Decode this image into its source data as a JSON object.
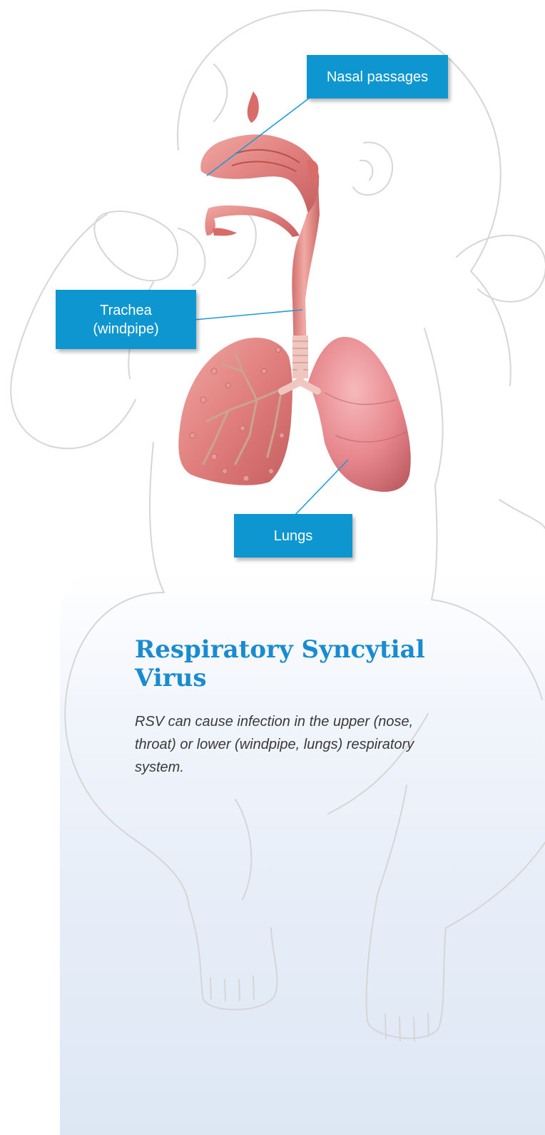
{
  "labels": {
    "nasal_passages": "Nasal passages",
    "trachea_line1": "Trachea",
    "trachea_line2": "(windpipe)",
    "lungs": "Lungs"
  },
  "heading": {
    "title": "Respiratory Syncytial Virus",
    "description": "RSV can cause infection in the upper (nose, throat) or lower (windpipe, lungs) respiratory system."
  },
  "colors": {
    "callout_background": "#0e96d0",
    "title": "#1a8bd0",
    "leader_line": "#1e9bd7",
    "tissue": "#e07f7d",
    "lung": "#e8868a",
    "outline": "#d4d4d4"
  },
  "icons": [
    "baby-outline-icon",
    "nasal-cavity-icon",
    "trachea-icon",
    "left-lung-icon",
    "right-lung-icon"
  ]
}
